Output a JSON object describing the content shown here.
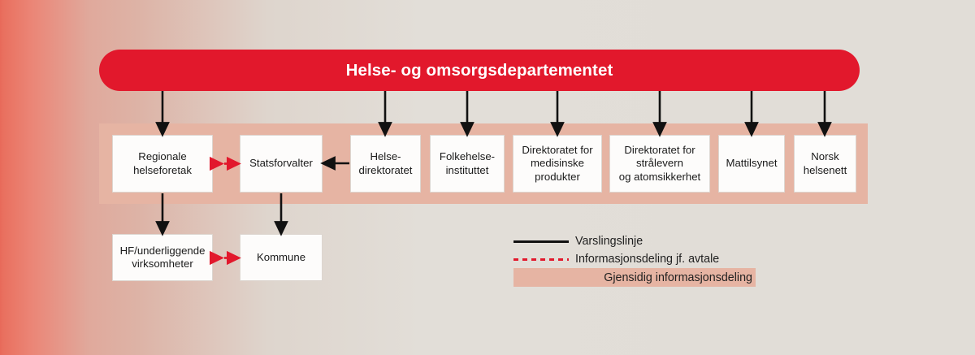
{
  "header": {
    "title": "Helse- og omsorgsdepartementet",
    "color": "#e2182c"
  },
  "band": {
    "color": "#e6b4a3",
    "meaning": "Gjensidig informasjonsdeling"
  },
  "agency_row": [
    {
      "id": "regionale-helseforetak",
      "label": "Regionale\nhelseforetak"
    },
    {
      "id": "statsforvalter",
      "label": "Statsforvalter"
    },
    {
      "id": "helsedirektoratet",
      "label": "Helse-\ndirektoratet"
    },
    {
      "id": "folkehelseinstituttet",
      "label": "Folkehelse-\ninstituttet"
    },
    {
      "id": "direktoratet-medisinske-produkter",
      "label": "Direktoratet for\nmedisinske\nprodukter"
    },
    {
      "id": "direktoratet-stralevern",
      "label": "Direktoratet for\nstrålevern\nog atomsikkerhet"
    },
    {
      "id": "mattilsynet",
      "label": "Mattilsynet"
    },
    {
      "id": "norsk-helsenett",
      "label": "Norsk\nhelsenett"
    }
  ],
  "lower_row": [
    {
      "id": "hf-underliggende-virksomheter",
      "label": "HF/underliggende\nvirksomheter"
    },
    {
      "id": "kommune",
      "label": "Kommune"
    }
  ],
  "legend": {
    "solid_label": "Varslingslinje",
    "dashed_label": "Informasjonsdeling jf. avtale",
    "band_label": "Gjensidig informasjonsdeling",
    "solid_color": "#111111",
    "dashed_color": "#e2182c",
    "band_color": "#e6b4a3"
  },
  "connections": {
    "notification_lines": 8,
    "sharing_arrows": 2,
    "hierarchy_arrows": 2
  }
}
